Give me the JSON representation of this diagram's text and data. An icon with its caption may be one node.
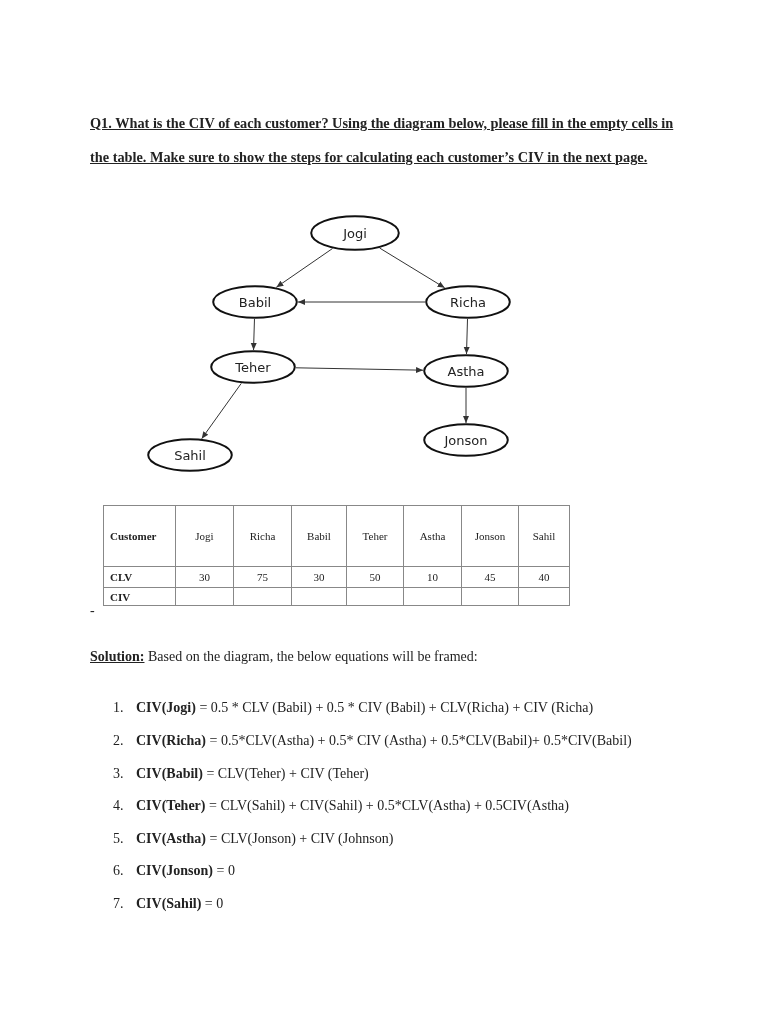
{
  "diagram": {
    "title": "Q1. What is the CIV of each customer? Using the diagram below, please fill in the empty cells in the table. Make sure to show the steps for calculating each customer’s CIV in the next page.",
    "nodes": [
      {
        "text": [
          "Jogi"
        ]
      },
      {
        "text": [
          "Babil"
        ]
      },
      {
        "text": [
          "Richa"
        ]
      },
      {
        "text": [
          "Teher"
        ]
      },
      {
        "text": [
          "Astha"
        ]
      },
      {
        "text": [
          "Jonson"
        ]
      },
      {
        "text": [
          "Sahil"
        ]
      }
    ],
    "edges": [
      {
        "from": 0,
        "to": 1,
        "arrow": "to"
      },
      {
        "from": 0,
        "to": 2,
        "arrow": "to"
      },
      {
        "from": 2,
        "to": 1,
        "arrow": "to"
      },
      {
        "from": 1,
        "to": 3,
        "arrow": "to"
      },
      {
        "from": 2,
        "to": 4,
        "arrow": "to"
      },
      {
        "from": 3,
        "to": 4,
        "arrow": "to"
      },
      {
        "from": 3,
        "to": 6,
        "arrow": "to"
      },
      {
        "from": 4,
        "to": 5,
        "arrow": "to"
      }
    ],
    "labels": [
      "Customer",
      "Jogi",
      "Richa",
      "Babil",
      "Teher",
      "Astha",
      "Jonson",
      "Sahil",
      "CLV",
      "30",
      "75",
      "30",
      "50",
      "10",
      "45",
      "40",
      "CIV",
      "-",
      "**Solution:** Based on the diagram, the below equations will be framed:",
      "1.",
      "**CIV(Jogi)** = 0.5 * CLV (Babil) + 0.5 * CIV (Babil) + CLV(Richa) + CIV (Richa)",
      "2.",
      "**CIV(Richa)** = 0.5*CLV(Astha) + 0.5* CIV (Astha) + 0.5*CLV(Babil)+ 0.5*CIV(Babil)",
      "3.",
      "**CIV(Babil)** = CLV(Teher) + CIV (Teher)",
      "4.",
      "**CIV(Teher)** = CLV(Sahil) + CIV(Sahil) + 0.5*CLV(Astha) + 0.5CIV(Astha)",
      "5.",
      "**CIV(Astha)** = CLV(Jonson) + CIV (Johnson)",
      "6.",
      "**CIV(Jonson)** = 0",
      "7.",
      "**CIV(Sahil)** = 0"
    ]
  }
}
